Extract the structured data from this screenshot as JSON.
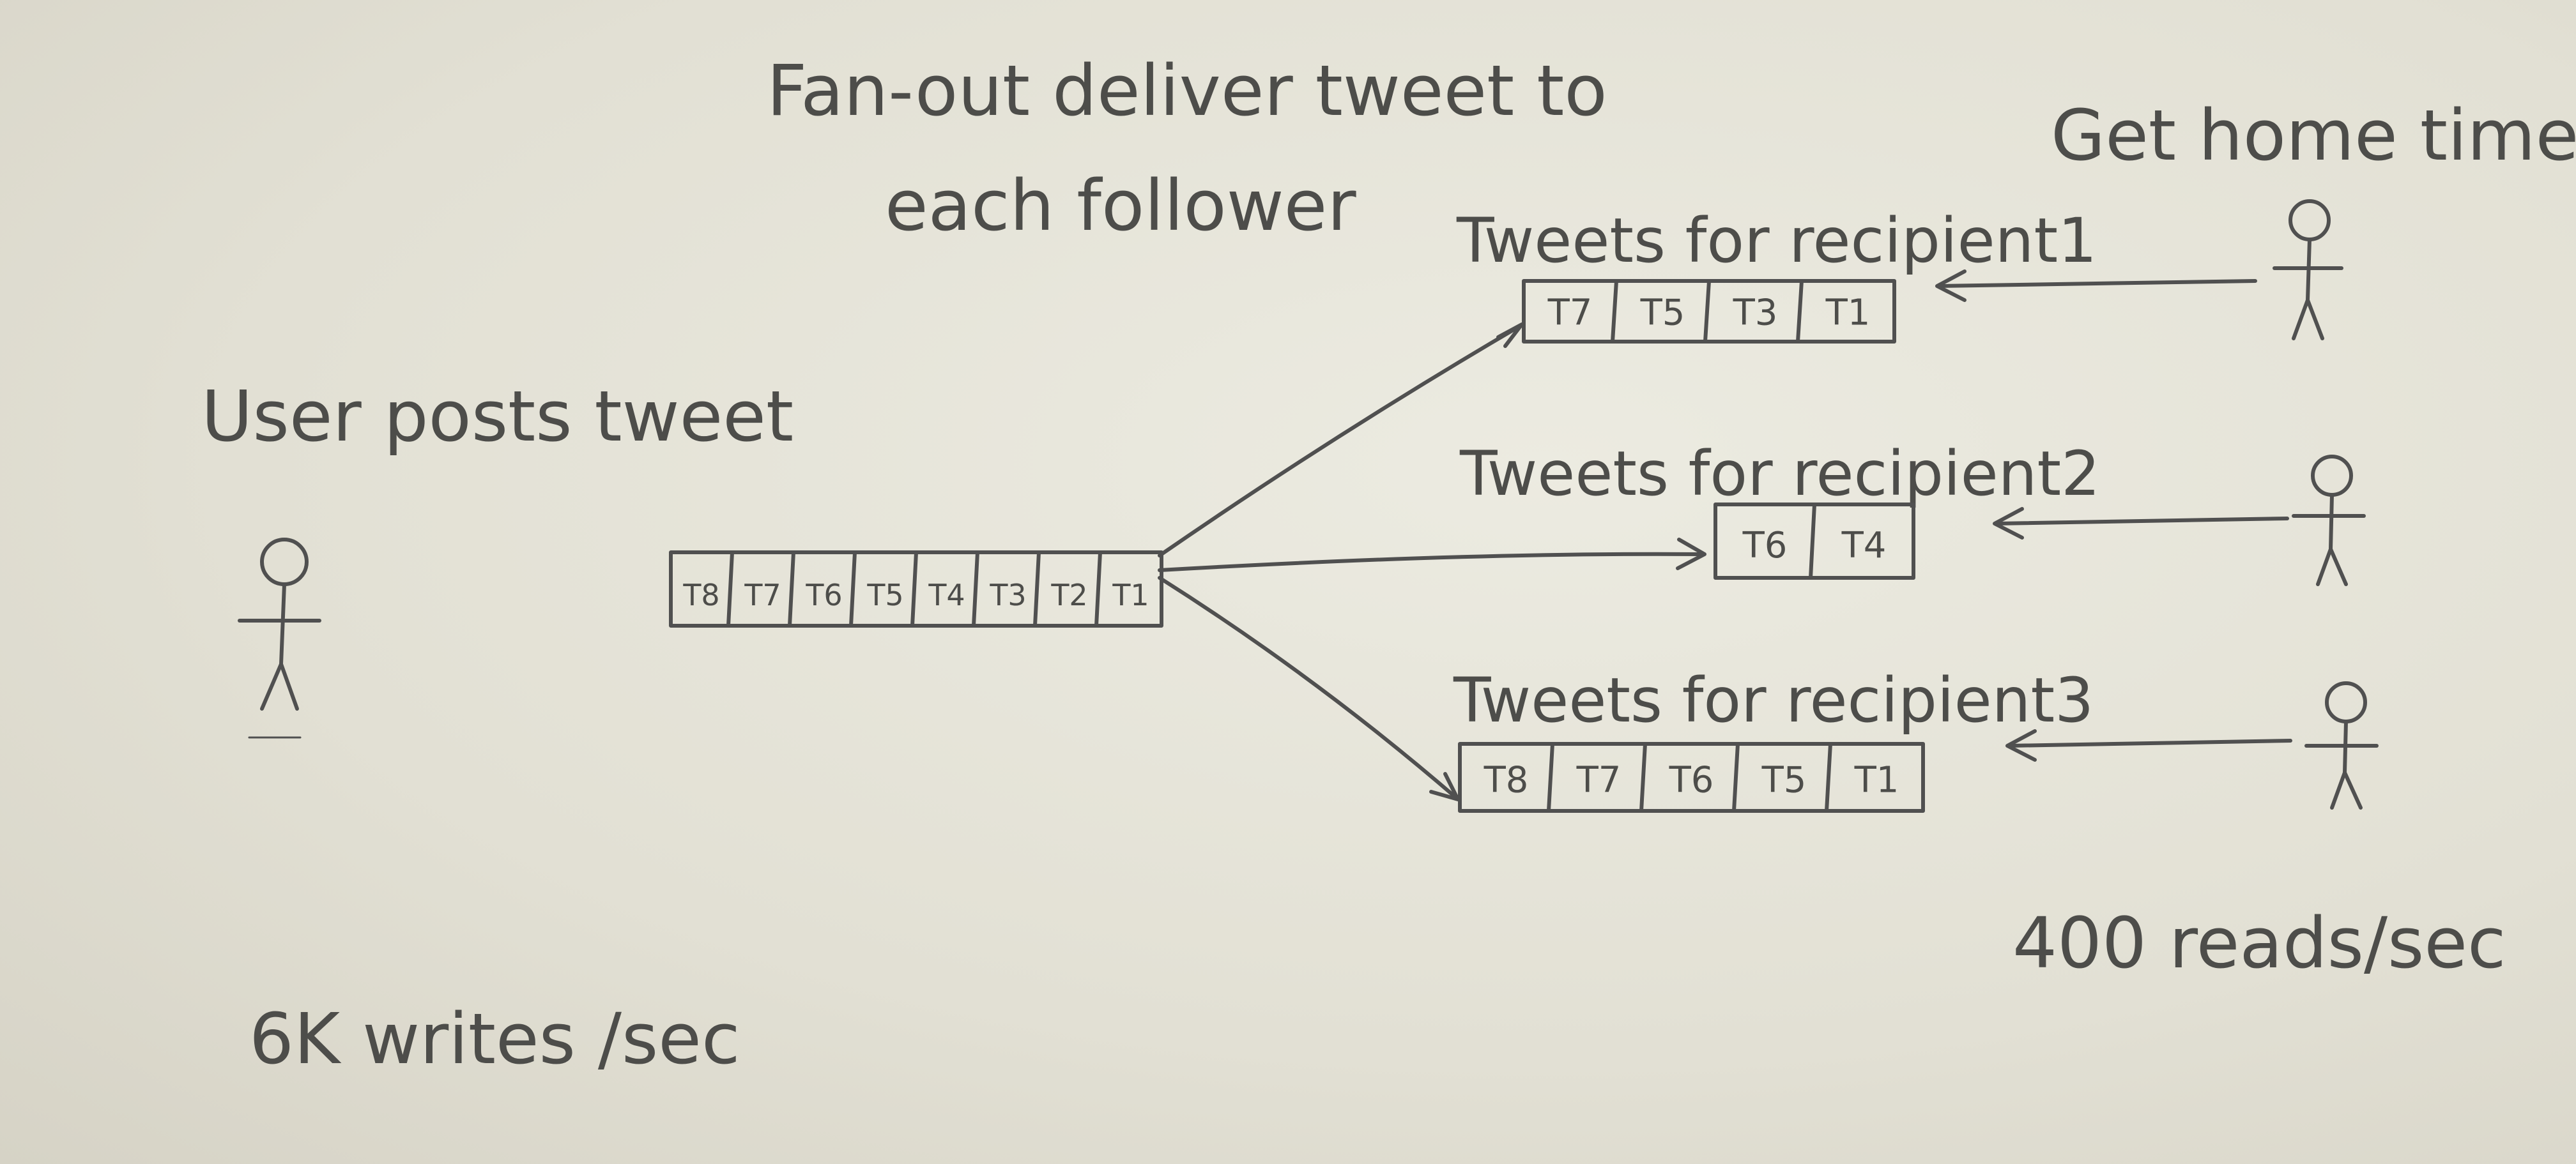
{
  "title": {
    "line1": "Fan-out deliver tweet to",
    "line2": "each follower"
  },
  "labels": {
    "user_posts": "User posts tweet",
    "writes": "6K writes /sec",
    "get_home": "Get home timeline",
    "reads": "400 reads/sec"
  },
  "source_queue": {
    "cells": [
      "T8",
      "T7",
      "T6",
      "T5",
      "T4",
      "T3",
      "T2",
      "T1"
    ]
  },
  "recipients": [
    {
      "label": "Tweets for recipient1",
      "cells": [
        "T7",
        "T5",
        "T3",
        "T1"
      ]
    },
    {
      "label": "Tweets for recipient2",
      "cells": [
        "T6",
        "T4"
      ]
    },
    {
      "label": "Tweets for recipient3",
      "cells": [
        "T8",
        "T7",
        "T6",
        "T5",
        "T1"
      ]
    }
  ]
}
